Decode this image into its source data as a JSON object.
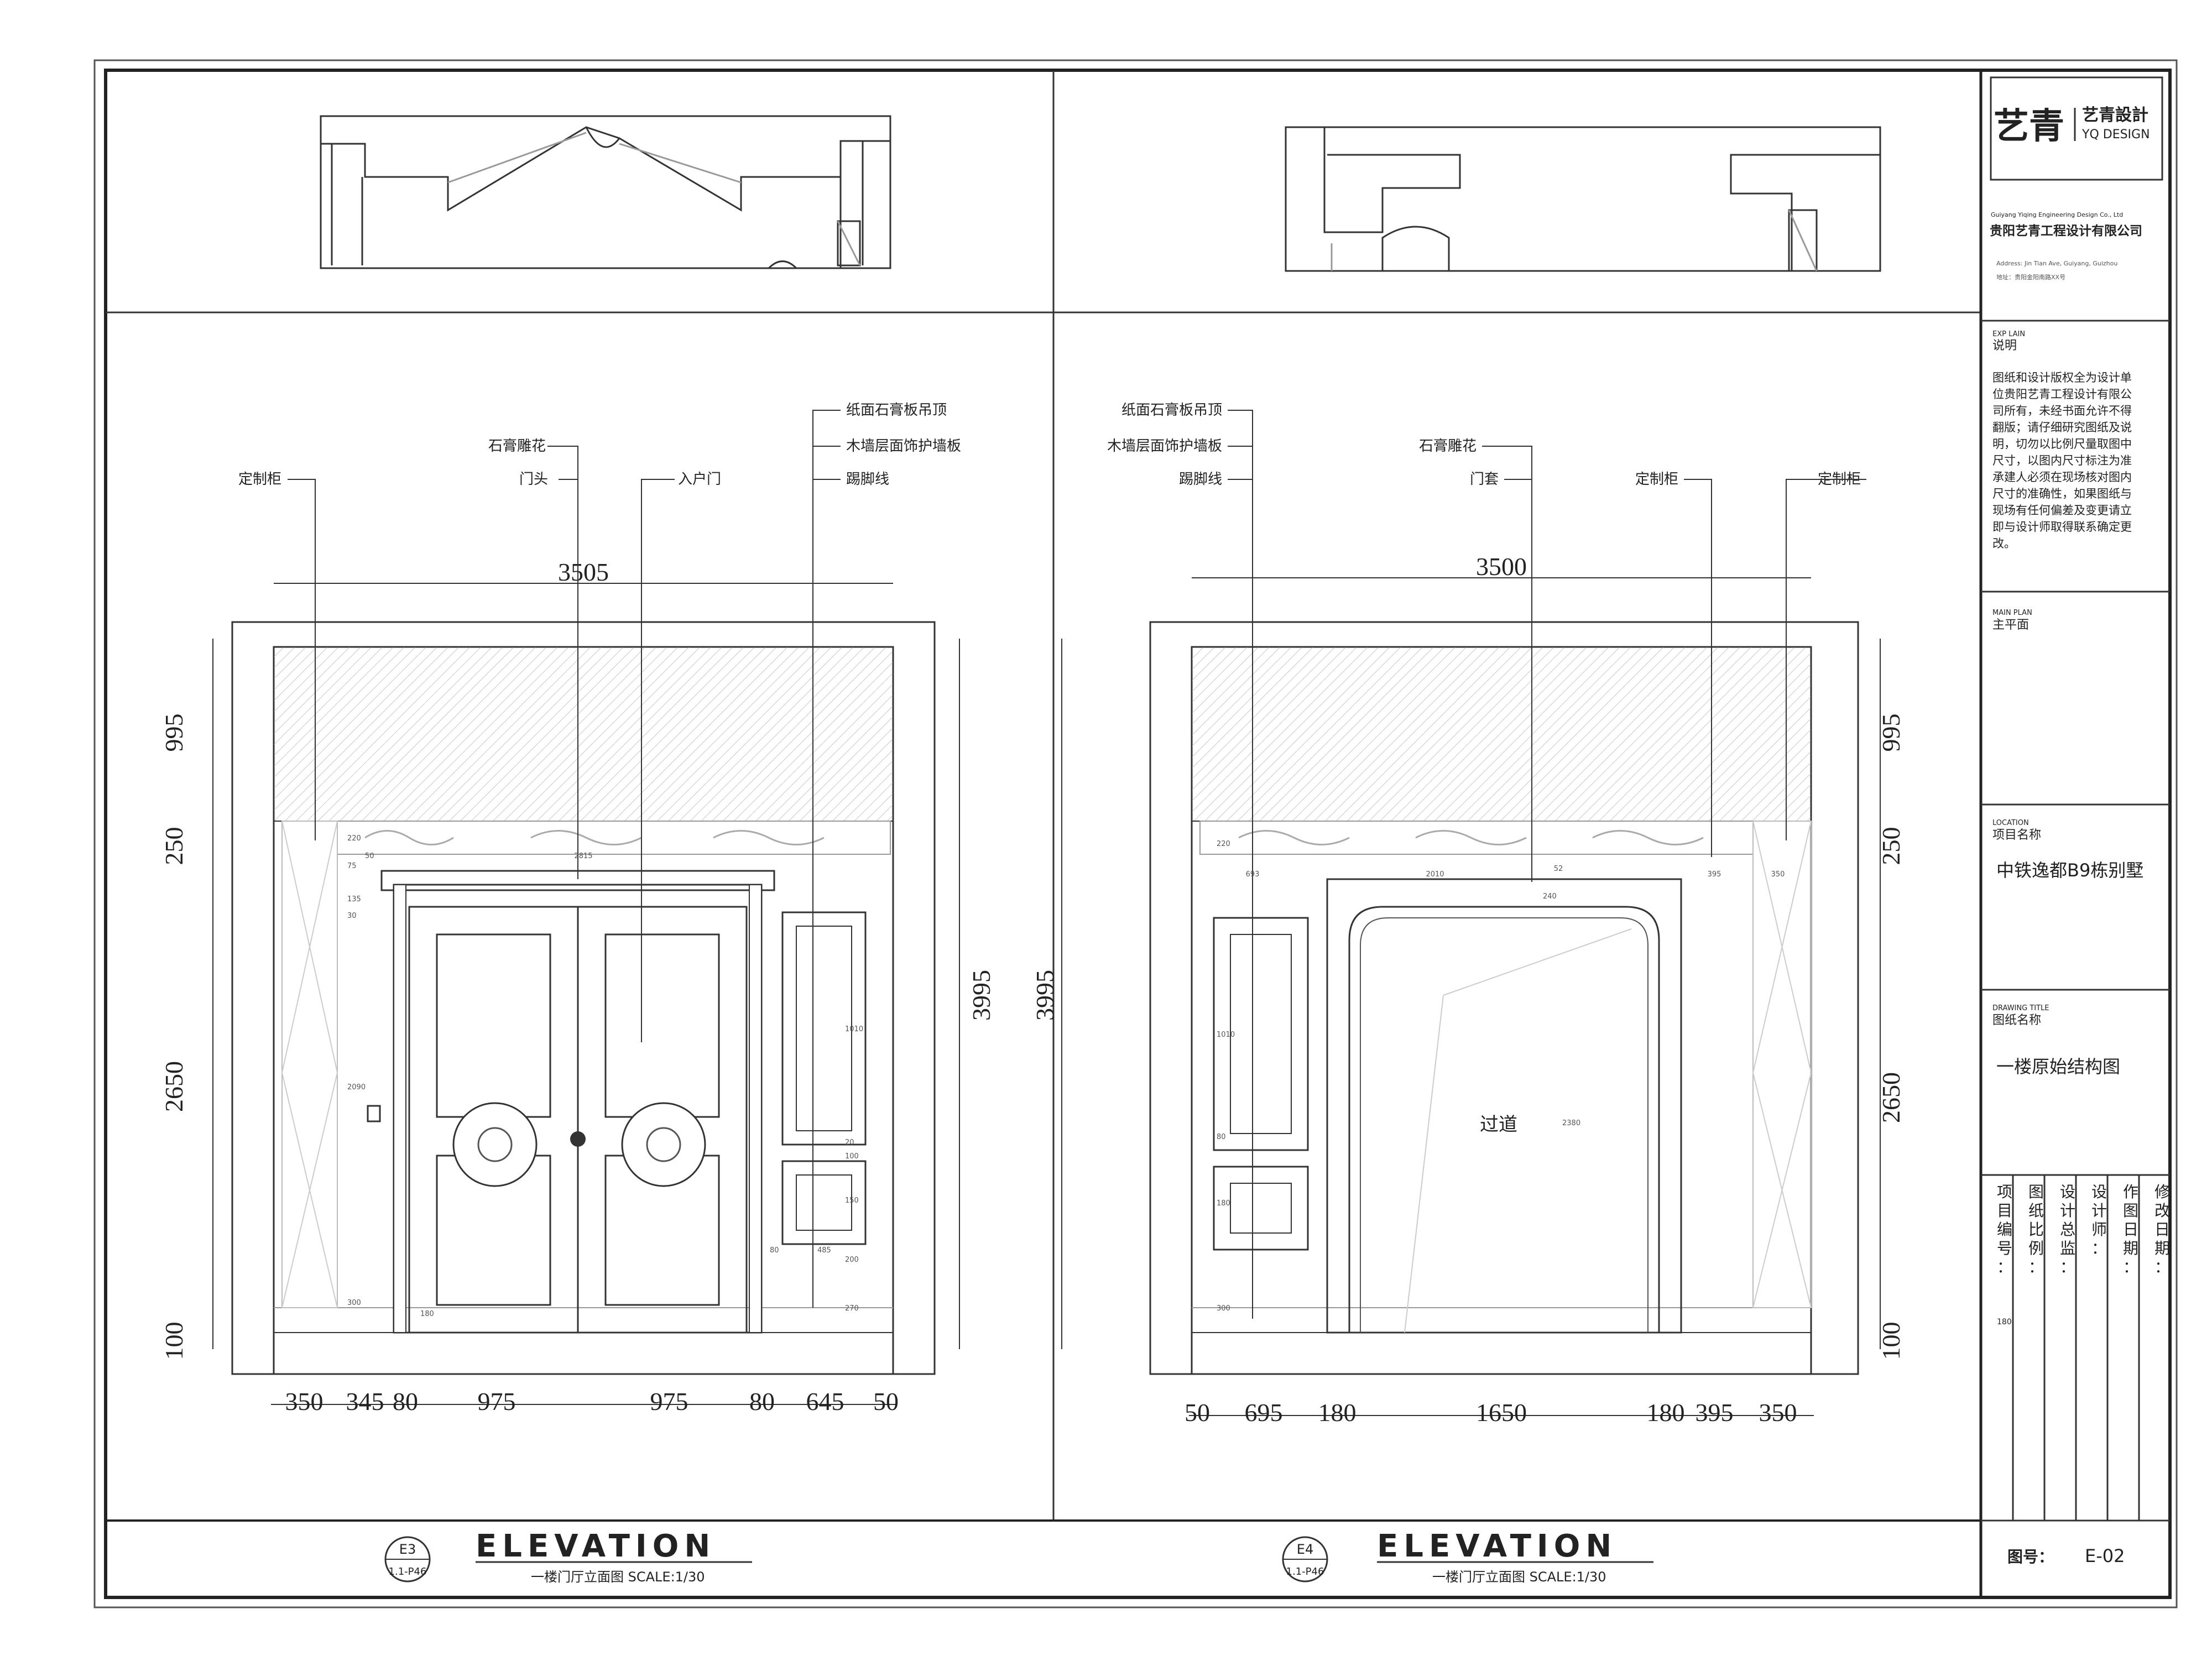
{
  "title_block": {
    "logo_cn": "艺青",
    "logo_brand_cn": "艺青設計",
    "logo_brand_en": "YQ DESIGN",
    "company_en": "Guiyang Yiqing Engineering Design Co., Ltd",
    "company_cn": "贵阳艺青工程设计有限公司",
    "address_en": "Address: Jin Tian Ave, Guiyang, Guizhou",
    "address_cn": "地址：贵阳金阳南路XX号",
    "explain_en": "EXP LAIN",
    "explain_cn": "说明",
    "explain_lines": [
      "图纸和设计版权全为设计单",
      "位贵阳艺青工程设计有限公",
      "司所有，未经书面允许不得",
      "翻版；请仔细研究图纸及说",
      "明，切勿以比例尺量取图中",
      "尺寸，以图内尺寸标注为准",
      "承建人必须在现场核对图内",
      "尺寸的准确性，如果图纸与",
      "现场有任何偏差及变更请立",
      "即与设计师取得联系确定更",
      "改。"
    ],
    "main_plan_en": "MAIN PLAN",
    "main_plan_cn": "主平面",
    "location_en": "LOCATION",
    "location_cn": "项目名称",
    "project_name": "中铁逸都B9栋别墅",
    "drawing_title_en": "DRAWING TITLE",
    "drawing_title_cn": "图纸名称",
    "drawing_name": "一楼原始结构图",
    "cols": [
      "项目编号：",
      "图纸比例：",
      "设计总监：",
      "设计师：",
      "作图日期：",
      "修改日期："
    ],
    "stamp": "180",
    "sheet_no_label": "图号：",
    "sheet_no": "E-02"
  },
  "elevations": [
    {
      "tag": "E3",
      "ref": "1.1-P46",
      "heading": "ELEVATION",
      "caption": "一楼门厅立面图  SCALE:1/30",
      "width_total": "3505",
      "heights": [
        "995",
        "250",
        "2650",
        "100"
      ],
      "height_total": "3995",
      "widths": [
        "350",
        "345",
        "80",
        "975",
        "975",
        "80",
        "645",
        "50"
      ],
      "labels": [
        "定制柜",
        "石膏雕花",
        "门头",
        "入户门",
        "纸面石膏板吊顶",
        "木墙层面饰护墙板",
        "踢脚线"
      ],
      "small_dims": [
        "2815",
        "220",
        "75",
        "50",
        "135",
        "30",
        "2090",
        "180",
        "300",
        "200",
        "1010",
        "80",
        "485",
        "270",
        "20",
        "100",
        "150"
      ]
    },
    {
      "tag": "E4",
      "ref": "1.1-P46",
      "heading": "ELEVATION",
      "caption": "一楼门厅立面图  SCALE:1/30",
      "width_total": "3500",
      "heights": [
        "995",
        "250",
        "2650",
        "100"
      ],
      "height_total": "3995",
      "widths": [
        "50",
        "695",
        "180",
        "1650",
        "180",
        "395",
        "350"
      ],
      "labels": [
        "纸面石膏板吊顶",
        "木墙层面饰护墙板",
        "踢脚线",
        "石膏雕花",
        "门套",
        "定制柜",
        "定制柜"
      ],
      "passage": "过道",
      "small_dims": [
        "2010",
        "693",
        "395",
        "350",
        "52",
        "220",
        "240",
        "2380",
        "1010",
        "80",
        "180",
        "300"
      ]
    }
  ]
}
